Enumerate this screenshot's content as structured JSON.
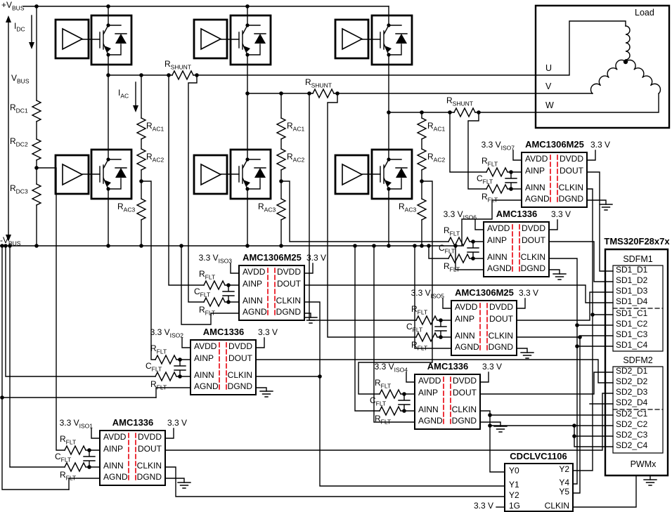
{
  "colors": {
    "wire": "#000000",
    "isolation_barrier": "#e8000b"
  },
  "power": {
    "pos_bus": [
      "+V",
      "BUS"
    ],
    "neg_bus": [
      "-V",
      "BUS"
    ],
    "v_bus": [
      "V",
      "BUS"
    ],
    "i_dc": [
      "I",
      "DC"
    ],
    "i_ac": [
      "I",
      "AC"
    ]
  },
  "resistors": {
    "r_dc1": [
      "R",
      "DC1"
    ],
    "r_dc2": [
      "R",
      "DC2"
    ],
    "r_dc3": [
      "R",
      "DC3"
    ],
    "r_shunt": [
      "R",
      "SHUNT"
    ],
    "r_ac1": [
      "R",
      "AC1"
    ],
    "r_ac2": [
      "R",
      "AC2"
    ],
    "r_ac3": [
      "R",
      "AC3"
    ],
    "r_flt": [
      "R",
      "FLT"
    ],
    "c_flt": [
      "C",
      "FLT"
    ]
  },
  "load": {
    "title": "Load",
    "phase_u": "U",
    "phase_v": "V",
    "phase_w": "W"
  },
  "amc": {
    "pins_left": [
      "AVDD",
      "AINP",
      "AINN",
      "AGND"
    ],
    "pins_right": [
      "DVDD",
      "DOUT",
      "CLKIN",
      "DGND"
    ],
    "supply_iso_prefix": "3.3 V",
    "supply_digital": "3.3 V"
  },
  "amc_blocks": [
    {
      "part": "AMC1336",
      "iso_sub": "ISO1"
    },
    {
      "part": "AMC1336",
      "iso_sub": "ISO2"
    },
    {
      "part": "AMC1306M25",
      "iso_sub": "ISO3"
    },
    {
      "part": "AMC1336",
      "iso_sub": "ISO4"
    },
    {
      "part": "AMC1306M25",
      "iso_sub": "ISO5"
    },
    {
      "part": "AMC1336",
      "iso_sub": "ISO6"
    },
    {
      "part": "AMC1306M25",
      "iso_sub": "ISO7"
    }
  ],
  "mcu": {
    "title": "TMS320F28x7x",
    "pwm": "PWMx",
    "sdfm1": {
      "label": "SDFM1",
      "data": [
        "SD1_D1",
        "SD1_D2",
        "SD1_D3",
        "SD1_D4"
      ],
      "clocks": [
        "SD1_C1",
        "SD1_C2",
        "SD1_C3",
        "SD1_C4"
      ]
    },
    "sdfm2": {
      "label": "SDFM2",
      "data": [
        "SD2_D1",
        "SD2_D2",
        "SD2_D3",
        "SD2_D4"
      ],
      "clocks": [
        "SD2_C1",
        "SD2_C2",
        "SD2_C3",
        "SD2_C4"
      ]
    }
  },
  "clock_buffer": {
    "title": "CDCLVC1106",
    "left": [
      "Y0",
      "Y1",
      "Y2",
      "1G"
    ],
    "right": [
      "Y2",
      "Y4",
      "Y5",
      "CLKIN"
    ],
    "gate_supply": "3.3 V"
  }
}
